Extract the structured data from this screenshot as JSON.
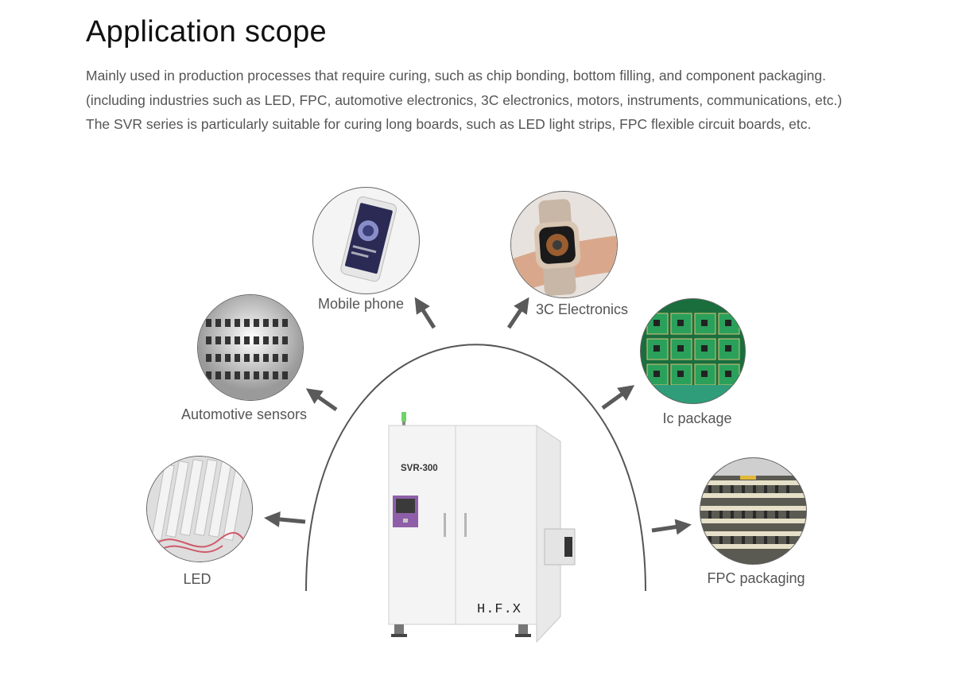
{
  "header": {
    "title": "Application scope",
    "lines": [
      "Mainly used in production processes that require curing, such as chip bonding, bottom filling, and component packaging.",
      "(including industries such as LED, FPC, automotive electronics, 3C electronics, motors, instruments, communications, etc.)",
      "The SVR series is particularly suitable for curing long boards, such as LED light strips, FPC flexible circuit boards, etc."
    ]
  },
  "machine": {
    "model": "SVR-300",
    "brand": "H.F.X"
  },
  "applications": [
    {
      "id": "mobile-phone",
      "label": "Mobile phone"
    },
    {
      "id": "3c-electronics",
      "label": "3C Electronics"
    },
    {
      "id": "automotive-sensors",
      "label": "Automotive sensors"
    },
    {
      "id": "ic-package",
      "label": "Ic package"
    },
    {
      "id": "led",
      "label": "LED"
    },
    {
      "id": "fpc-packaging",
      "label": "FPC packaging"
    }
  ],
  "colors": {
    "arrow": "#5a5a5a",
    "arc": "#555555",
    "pcb_green": "#1f8a4c"
  }
}
